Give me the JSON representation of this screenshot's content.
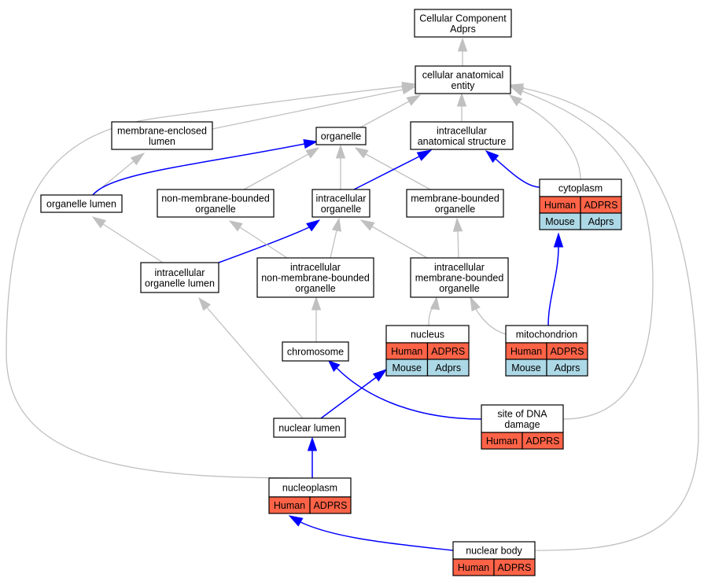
{
  "colors": {
    "human": "#ff6347",
    "mouse": "#add8e6",
    "edge_is_a": "#c0c0c0",
    "edge_part_of": "#0000ff"
  },
  "nodes": {
    "root": {
      "lines": [
        "Cellular Component",
        "Adprs"
      ]
    },
    "cae": {
      "lines": [
        "cellular anatomical",
        "entity"
      ]
    },
    "mel": {
      "lines": [
        "membrane-enclosed",
        "lumen"
      ]
    },
    "organelle": {
      "lines": [
        "organelle"
      ]
    },
    "ias": {
      "lines": [
        "intracellular",
        "anatomical structure"
      ]
    },
    "orglumen": {
      "lines": [
        "organelle lumen"
      ]
    },
    "nmbo": {
      "lines": [
        "non-membrane-bounded",
        "organelle"
      ]
    },
    "io": {
      "lines": [
        "intracellular",
        "organelle"
      ]
    },
    "mbo": {
      "lines": [
        "membrane-bounded",
        "organelle"
      ]
    },
    "cyto": {
      "lines": [
        "cytoplasm"
      ],
      "rows": [
        [
          "Human",
          "ADPRS"
        ],
        [
          "Mouse",
          "Adprs"
        ]
      ]
    },
    "iol": {
      "lines": [
        "intracellular",
        "organelle lumen"
      ]
    },
    "inmbo": {
      "lines": [
        "intracellular",
        "non-membrane-bounded",
        "organelle"
      ]
    },
    "imbo": {
      "lines": [
        "intracellular",
        "membrane-bounded",
        "organelle"
      ]
    },
    "nucleus": {
      "lines": [
        "nucleus"
      ],
      "rows": [
        [
          "Human",
          "ADPRS"
        ],
        [
          "Mouse",
          "Adprs"
        ]
      ]
    },
    "mito": {
      "lines": [
        "mitochondrion"
      ],
      "rows": [
        [
          "Human",
          "ADPRS"
        ],
        [
          "Mouse",
          "Adprs"
        ]
      ]
    },
    "chromo": {
      "lines": [
        "chromosome"
      ]
    },
    "sodd": {
      "lines": [
        "site of DNA",
        "damage"
      ],
      "rows": [
        [
          "Human",
          "ADPRS"
        ]
      ]
    },
    "nlumen": {
      "lines": [
        "nuclear lumen"
      ]
    },
    "nplasm": {
      "lines": [
        "nucleoplasm"
      ],
      "rows": [
        [
          "Human",
          "ADPRS"
        ]
      ]
    },
    "nbody": {
      "lines": [
        "nuclear body"
      ],
      "rows": [
        [
          "Human",
          "ADPRS"
        ]
      ]
    }
  },
  "edges": [
    {
      "from": "cae",
      "to": "root",
      "kind": "is_a"
    },
    {
      "from": "mel",
      "to": "cae",
      "kind": "is_a"
    },
    {
      "from": "organelle",
      "to": "cae",
      "kind": "is_a"
    },
    {
      "from": "ias",
      "to": "cae",
      "kind": "is_a"
    },
    {
      "from": "cyto",
      "to": "cae",
      "kind": "is_a"
    },
    {
      "from": "sodd",
      "to": "cae",
      "kind": "is_a"
    },
    {
      "from": "nplasm",
      "to": "cae",
      "kind": "is_a"
    },
    {
      "from": "nbody",
      "to": "cae",
      "kind": "is_a"
    },
    {
      "from": "orglumen",
      "to": "mel",
      "kind": "is_a"
    },
    {
      "from": "orglumen",
      "to": "organelle",
      "kind": "part_of"
    },
    {
      "from": "nmbo",
      "to": "organelle",
      "kind": "is_a"
    },
    {
      "from": "io",
      "to": "organelle",
      "kind": "is_a"
    },
    {
      "from": "mbo",
      "to": "organelle",
      "kind": "is_a"
    },
    {
      "from": "io",
      "to": "ias",
      "kind": "part_of"
    },
    {
      "from": "cyto",
      "to": "ias",
      "kind": "part_of"
    },
    {
      "from": "iol",
      "to": "orglumen",
      "kind": "is_a"
    },
    {
      "from": "iol",
      "to": "io",
      "kind": "part_of"
    },
    {
      "from": "inmbo",
      "to": "nmbo",
      "kind": "is_a"
    },
    {
      "from": "inmbo",
      "to": "io",
      "kind": "is_a"
    },
    {
      "from": "imbo",
      "to": "io",
      "kind": "is_a"
    },
    {
      "from": "imbo",
      "to": "mbo",
      "kind": "is_a"
    },
    {
      "from": "nucleus",
      "to": "imbo",
      "kind": "is_a"
    },
    {
      "from": "mito",
      "to": "imbo",
      "kind": "is_a"
    },
    {
      "from": "mito",
      "to": "cyto",
      "kind": "part_of"
    },
    {
      "from": "chromo",
      "to": "inmbo",
      "kind": "is_a"
    },
    {
      "from": "sodd",
      "to": "chromo",
      "kind": "part_of"
    },
    {
      "from": "nlumen",
      "to": "iol",
      "kind": "is_a"
    },
    {
      "from": "nlumen",
      "to": "nucleus",
      "kind": "part_of"
    },
    {
      "from": "nplasm",
      "to": "nlumen",
      "kind": "part_of"
    },
    {
      "from": "nbody",
      "to": "nplasm",
      "kind": "part_of"
    }
  ]
}
